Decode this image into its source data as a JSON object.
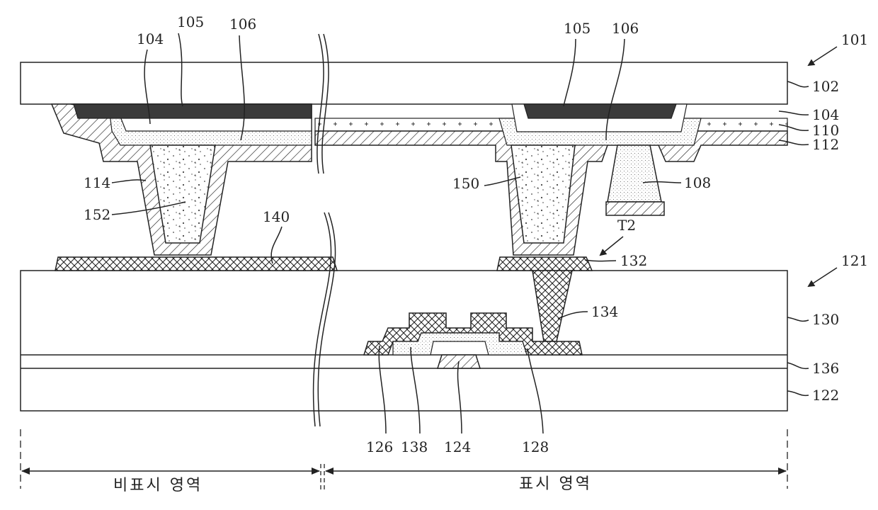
{
  "figure": {
    "labels": {
      "r101": "101",
      "r102": "102",
      "r104a": "104",
      "r104b": "104",
      "r105a": "105",
      "r105b": "105",
      "r106a": "106",
      "r106b": "106",
      "r108": "108",
      "r110": "110",
      "r112": "112",
      "r114": "114",
      "r121": "121",
      "r122": "122",
      "r124": "124",
      "r126": "126",
      "r128": "128",
      "r130": "130",
      "r132": "132",
      "r134": "134",
      "r136": "136",
      "r138": "138",
      "r140": "140",
      "r150": "150",
      "r152": "152",
      "t2": "T2"
    },
    "regions": {
      "non_display": "비표시 영역",
      "display": "표시 영역"
    }
  },
  "colors": {
    "line": "#222222",
    "black_matrix": "#3a3a3a",
    "background": "#ffffff"
  }
}
